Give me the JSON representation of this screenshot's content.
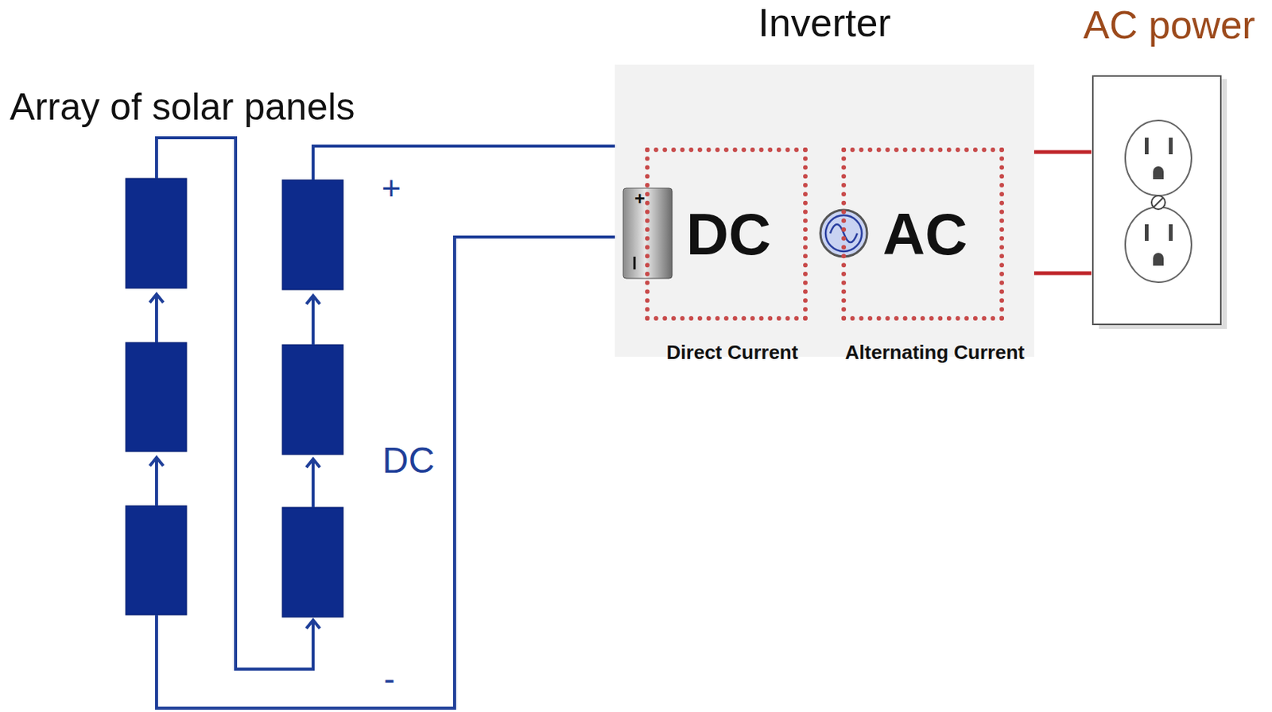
{
  "diagram": {
    "nodes": [
      {
        "text": [
          "Inverter"
        ]
      },
      {
        "text": [
          "DC",
          "Direct Current"
        ],
        "in": 0
      },
      {
        "text": [
          "AC",
          "Alternating Current"
        ],
        "in": 0
      },
      {
        "text": [
          "AC power"
        ]
      }
    ],
    "edges": [
      {
        "from": 0,
        "to": 3,
        "arrow": "none"
      },
      {
        "from": 0,
        "to": 3,
        "arrow": "none"
      }
    ],
    "labels": [
      "Array of solar panels",
      "+",
      "DC",
      "-",
      "+"
    ]
  }
}
